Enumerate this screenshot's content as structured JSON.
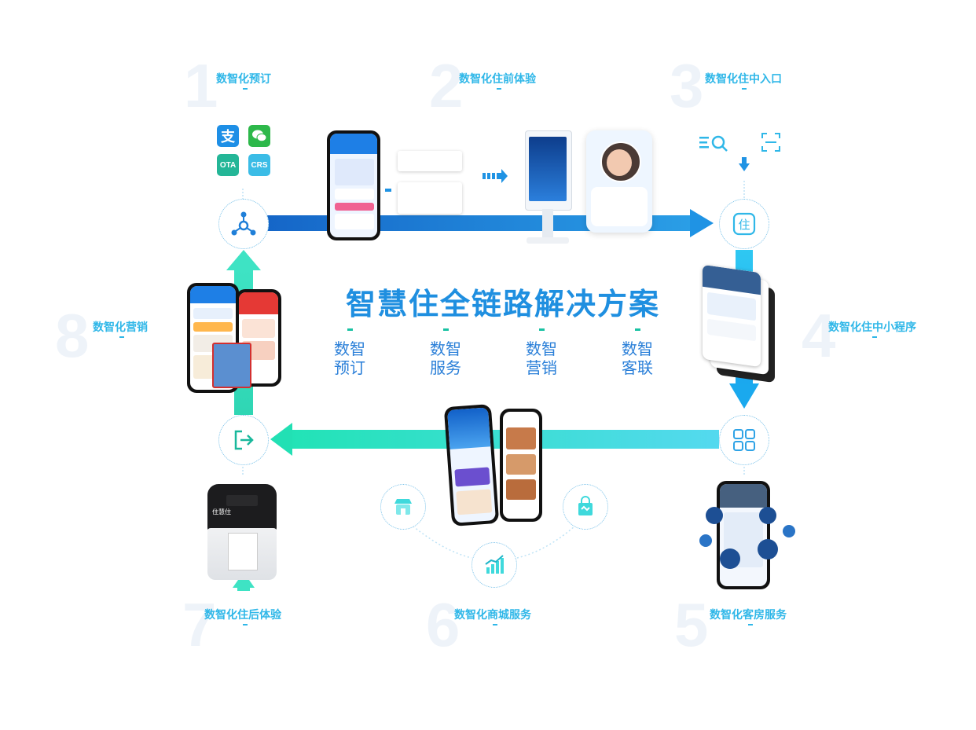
{
  "center_title": "智慧住全链路解决方案",
  "pillars": [
    {
      "line1": "数智",
      "line2": "预订"
    },
    {
      "line1": "数智",
      "line2": "服务"
    },
    {
      "line1": "数智",
      "line2": "营销"
    },
    {
      "line1": "数智",
      "line2": "客联"
    }
  ],
  "stages": [
    {
      "num": "1",
      "title": "数智化预订"
    },
    {
      "num": "2",
      "title": "数智化住前体验"
    },
    {
      "num": "3",
      "title": "数智化住中入口"
    },
    {
      "num": "4",
      "title": "数智化住中小程序"
    },
    {
      "num": "5",
      "title": "数智化客房服务"
    },
    {
      "num": "6",
      "title": "数智化商城服务"
    },
    {
      "num": "7",
      "title": "数智化住后体验"
    },
    {
      "num": "8",
      "title": "数智化营销"
    }
  ],
  "booking_channels": {
    "alipay": "支",
    "ota": "OTA",
    "crs": "CRS"
  },
  "printer_label": "住慧住",
  "icons": [
    "hub-icon",
    "search-list-icon",
    "scan-icon",
    "hotel-badge-icon",
    "grid-apps-icon",
    "exit-icon",
    "store-icon",
    "shopping-bag-icon",
    "chart-icon"
  ],
  "colors": {
    "primary": "#1f8fe0",
    "cyan": "#2fb7e8",
    "teal": "#19c2a3",
    "mint": "#3ee7c4"
  }
}
